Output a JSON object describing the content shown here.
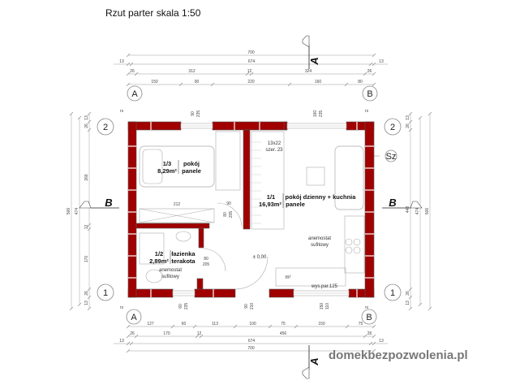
{
  "title": "Rzut parter skala 1:50",
  "watermark": "domekbezpozwolenia.pl",
  "colors": {
    "wall": "#a00000",
    "dim_line": "#bbbbbb",
    "text": "#222222"
  },
  "section_marks": {
    "a": "A",
    "b": "B"
  },
  "axes": {
    "a": "A",
    "b": "B",
    "one": "1",
    "two": "2",
    "chimney": "Sz",
    "rs": "rs"
  },
  "dims_top": {
    "row1": [
      "700"
    ],
    "row2": [
      "13",
      "674",
      "13"
    ],
    "row3": [
      "26",
      "312",
      "12",
      "324",
      "26"
    ],
    "row4": [
      "150",
      "90",
      "220",
      "160",
      "80"
    ]
  },
  "dims_bottom": {
    "row1": [
      "127",
      "60",
      "113",
      "100",
      "75",
      "150",
      "75"
    ],
    "row2": [
      "26",
      "170",
      "12",
      "456",
      "26"
    ],
    "row3": [
      "13",
      "674",
      "13"
    ],
    "row4": [
      "700"
    ]
  },
  "dims_left": {
    "outer": "500",
    "mid": "474",
    "inner": [
      "13",
      "26",
      "266",
      "12",
      "170",
      "26",
      "13"
    ]
  },
  "dims_right": {
    "outer": "500",
    "mid": "474",
    "inner": [
      "13",
      "26",
      "448",
      "26",
      "13"
    ]
  },
  "openings": {
    "top_window_1": [
      "90",
      "235"
    ],
    "top_window_2": [
      "160",
      "235"
    ],
    "bottom_window_1": [
      "60",
      "235"
    ],
    "bottom_door": [
      "90",
      "210"
    ],
    "bottom_window_2": [
      "150",
      "110"
    ],
    "door_room": [
      "80",
      "205"
    ],
    "door_bath": [
      "80",
      "205"
    ],
    "wardrobe": "212",
    "door_room_width": "90"
  },
  "rooms": [
    {
      "number": "1/3",
      "name": "pokój",
      "area": "8,29m²",
      "floor": "panele"
    },
    {
      "number": "1/2",
      "name": "łazienka",
      "area": "2,89m²",
      "floor": "terakota"
    },
    {
      "number": "1/1",
      "name": "pokój dzienny + kuchnia",
      "area": "16,93m²",
      "floor": "panele"
    }
  ],
  "notes": {
    "stairs": [
      "13x22",
      "szer. 23"
    ],
    "level": "± 0,00",
    "anemostat_bath": [
      "anemostat",
      "sufitowy"
    ],
    "anemostat_kitchen": [
      "anemostat",
      "sufitowy"
    ],
    "sill": "wys.par.125",
    "fridge": "m²"
  }
}
